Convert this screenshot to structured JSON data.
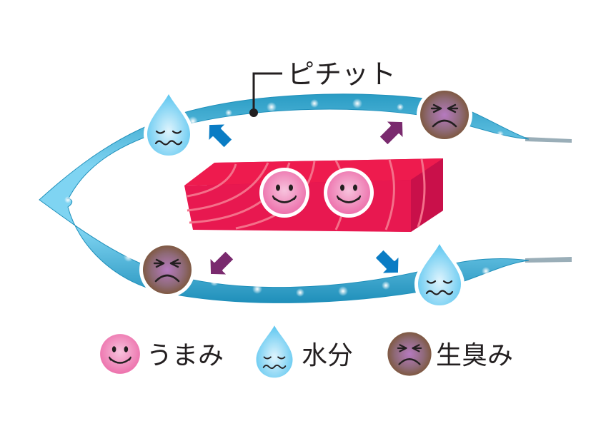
{
  "diagram": {
    "title_label": "ピチット",
    "colors": {
      "sheet_light": "#a8e4f7",
      "sheet_mid": "#5ec5ea",
      "sheet_dark": "#1a8fb8",
      "string": "#9aaeb8",
      "fish_top": "#ee1b4e",
      "fish_side": "#d4124a",
      "fish_stripe": "#f4708a",
      "umami_face": "#f07ab3",
      "water_drop": "#6fcdf2",
      "odor_face": "#7a5a3a",
      "odor_inner": "#b07ab8",
      "arrow_blue": "#0a7cc4",
      "arrow_purple": "#7a2a6e"
    },
    "arrows": [
      {
        "name": "water-out-upper-left",
        "kind": "water",
        "direction": "up-left"
      },
      {
        "name": "odor-out-upper-right",
        "kind": "odor",
        "direction": "up-right"
      },
      {
        "name": "odor-out-lower-left",
        "kind": "odor",
        "direction": "down-left"
      },
      {
        "name": "water-out-lower-right",
        "kind": "water",
        "direction": "down-right"
      }
    ],
    "center_icons": [
      "umami",
      "umami"
    ]
  },
  "legend": {
    "items": [
      {
        "icon": "umami-face-icon",
        "label": "うまみ"
      },
      {
        "icon": "water-drop-icon",
        "label": "水分"
      },
      {
        "icon": "odor-face-icon",
        "label": "生臭み"
      }
    ]
  }
}
